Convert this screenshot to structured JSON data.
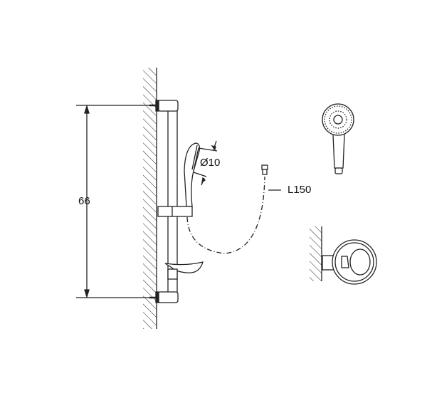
{
  "labels": {
    "height_dimension": "66",
    "diameter": "Ø10",
    "hose_length": "L150"
  },
  "colors": {
    "line": "#222222",
    "background": "#ffffff"
  }
}
